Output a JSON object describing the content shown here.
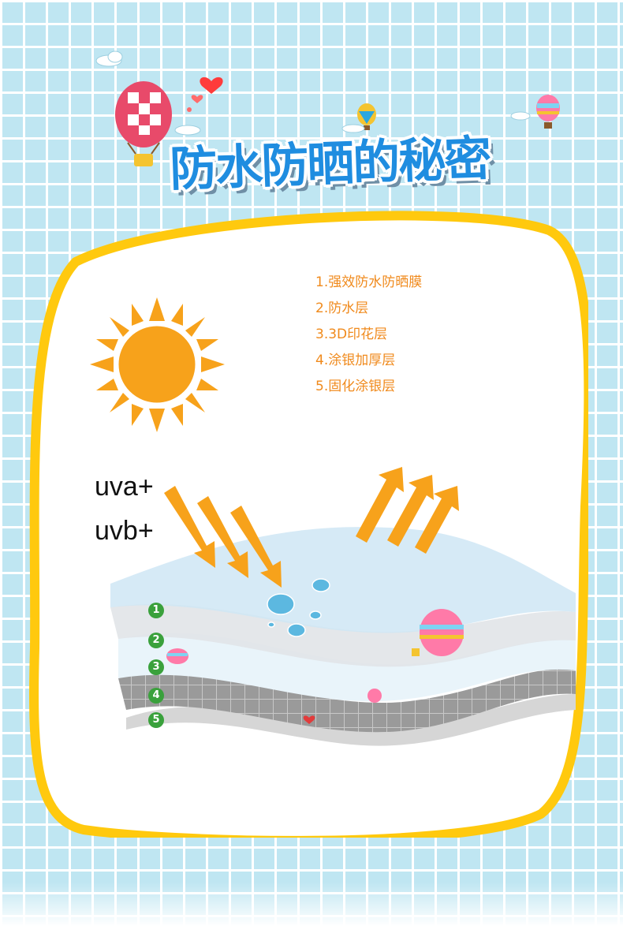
{
  "title": "防水防晒的秘密",
  "layers": [
    "1.强效防水防晒膜",
    "2.防水层",
    "3.3D印花层",
    "4.涂银加厚层",
    "5.固化涂银层"
  ],
  "uv_labels": [
    "uva+",
    "uvb+"
  ],
  "layer_badges": [
    "1",
    "2",
    "3",
    "4",
    "5"
  ],
  "colors": {
    "title": "#1f8de0",
    "panel_border": "#ffc90e",
    "sun": "#f7a21b",
    "arrows": "#f7a21b",
    "layer_text": "#f08a1c",
    "badge": "#3aa13c"
  },
  "icons": [
    "sun-icon",
    "hot-air-balloon-icon",
    "heart-icon",
    "cloud-icon",
    "water-droplet-icon",
    "arrow-icon"
  ]
}
